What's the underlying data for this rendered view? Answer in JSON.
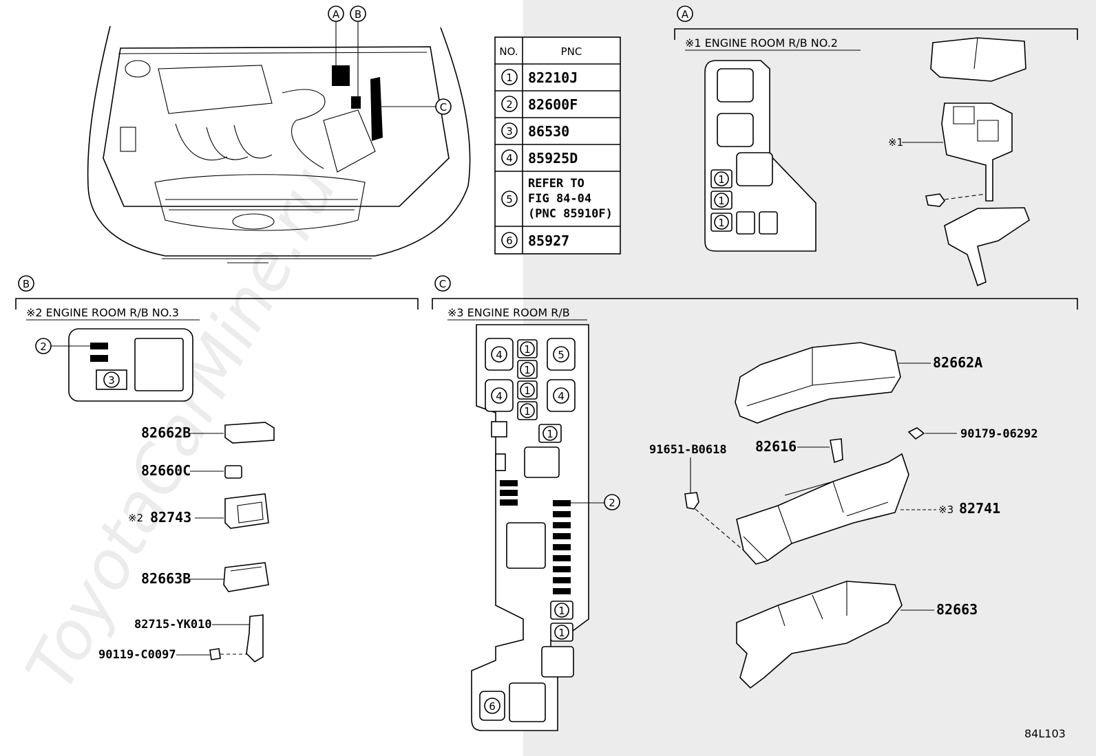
{
  "callouts": {
    "a": "A",
    "b": "B",
    "c": "C"
  },
  "table": {
    "headers": [
      "NO.",
      "PNC"
    ],
    "rows": [
      {
        "no": "1",
        "pnc": "82210J"
      },
      {
        "no": "2",
        "pnc": "82600F"
      },
      {
        "no": "3",
        "pnc": "86530"
      },
      {
        "no": "4",
        "pnc": "85925D"
      },
      {
        "no": "5",
        "pnc_lines": [
          "REFER TO",
          "FIG 84-04",
          "(PNC 85910F)"
        ]
      },
      {
        "no": "6",
        "pnc": "85927"
      }
    ]
  },
  "section_a": {
    "title": "※1 ENGINE ROOM R/B NO.2",
    "fuse_labels": [
      "1",
      "1",
      "1"
    ],
    "note_label": "※1"
  },
  "section_b": {
    "title": "※2 ENGINE ROOM R/B NO.3",
    "box_labels": [
      "2",
      "3"
    ],
    "parts": [
      "82662B",
      "82660C",
      "※2",
      "82743",
      "82663B",
      "82715-YK010",
      "90119-C0097"
    ]
  },
  "section_c": {
    "title": "※3 ENGINE ROOM R/B",
    "box_labels": [
      "4",
      "1",
      "5",
      "1",
      "4",
      "1",
      "4",
      "1",
      "1",
      "2",
      "1",
      "1",
      "6"
    ],
    "parts": [
      "82662A",
      "91651-B0618",
      "82616",
      "90179-06292",
      "※3",
      "82741",
      "82663"
    ]
  },
  "watermark": "ToyotaCarMine.ru",
  "figure_code": "84L103"
}
